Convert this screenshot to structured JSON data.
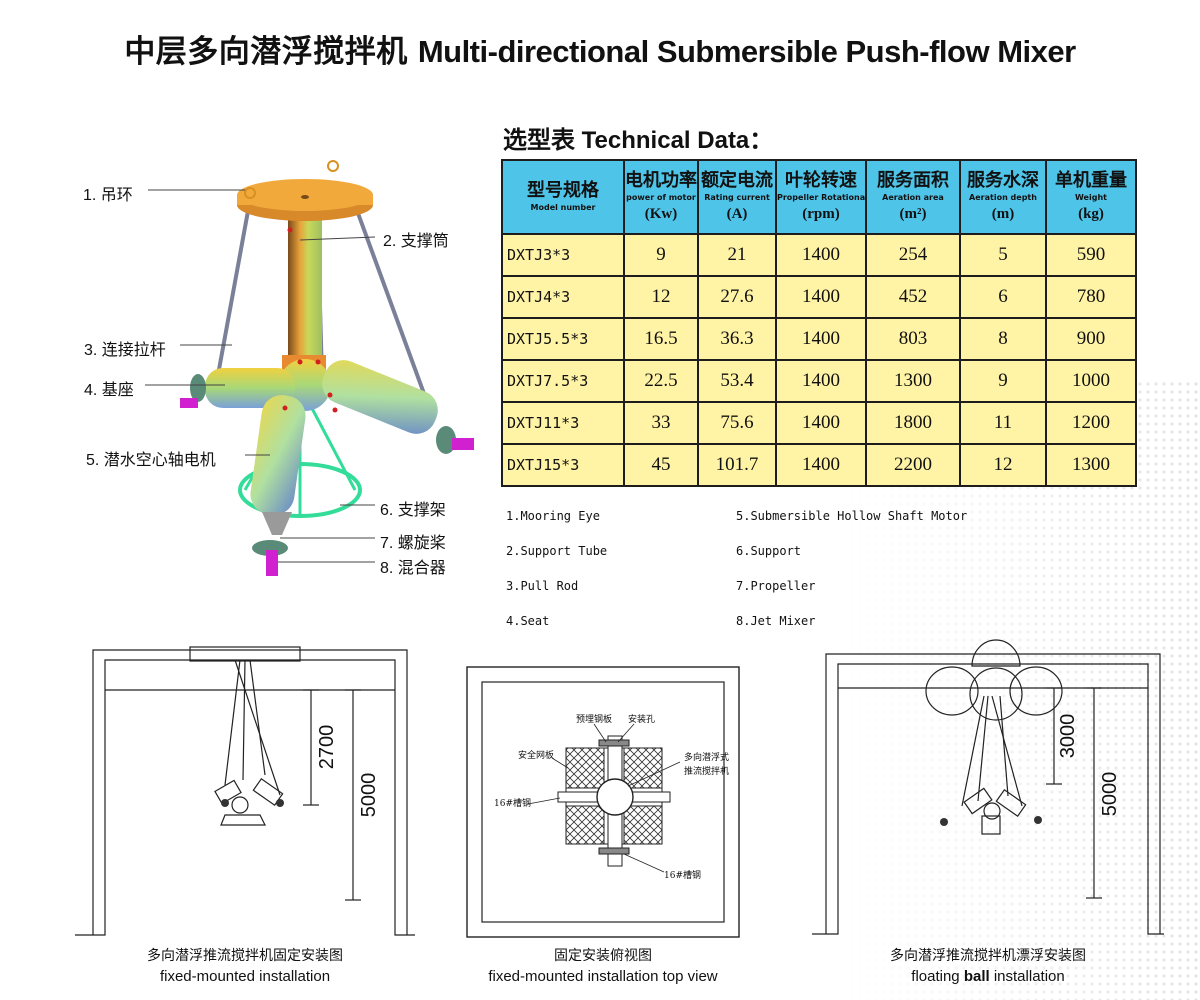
{
  "title": {
    "cn": "中层多向潜浮搅拌机",
    "en": "Multi-directional Submersible Push-flow Mixer"
  },
  "technical_data_title": "选型表 Technical Data：",
  "table": {
    "headers": [
      {
        "cn": "型号规格",
        "en": "Model number",
        "unit": ""
      },
      {
        "cn": "电机功率",
        "en": "power of motor",
        "unit": "(Kw)"
      },
      {
        "cn": "额定电流",
        "en": "Rating current",
        "unit": "(A)"
      },
      {
        "cn": "叶轮转速",
        "en": "Propeller Rotational speed",
        "unit": "(rpm)"
      },
      {
        "cn": "服务面积",
        "en": "Aeration area",
        "unit": "(m²)"
      },
      {
        "cn": "服务水深",
        "en": "Aeration depth",
        "unit": "(m)"
      },
      {
        "cn": "单机重量",
        "en": "Weight",
        "unit": "(kg)"
      }
    ],
    "rows": [
      [
        "DXTJ3*3",
        "9",
        "21",
        "1400",
        "254",
        "5",
        "590"
      ],
      [
        "DXTJ4*3",
        "12",
        "27.6",
        "1400",
        "452",
        "6",
        "780"
      ],
      [
        "DXTJ5.5*3",
        "16.5",
        "36.3",
        "1400",
        "803",
        "8",
        "900"
      ],
      [
        "DXTJ7.5*3",
        "22.5",
        "53.4",
        "1400",
        "1300",
        "9",
        "1000"
      ],
      [
        "DXTJ11*3",
        "33",
        "75.6",
        "1400",
        "1800",
        "11",
        "1200"
      ],
      [
        "DXTJ15*3",
        "45",
        "101.7",
        "1400",
        "2200",
        "12",
        "1300"
      ]
    ]
  },
  "legend_en": [
    "1.Mooring Eye",
    "2.Support Tube",
    "3.Pull Rod",
    "4.Seat",
    "5.Submersible Hollow Shaft Motor",
    "6.Support",
    "7.Propeller",
    "8.Jet Mixer"
  ],
  "callouts_cn": [
    "1. 吊环",
    "2. 支撑筒",
    "3. 连接拉杆",
    "4. 基座",
    "5. 潜水空心轴电机",
    "6. 支撑架",
    "7. 螺旋桨",
    "8. 混合器"
  ],
  "drawings": {
    "fixed": {
      "dim_a": "2700",
      "dim_b": "5000",
      "caption_cn": "多向潜浮推流搅拌机固定安装图",
      "caption_en": "fixed-mounted installation"
    },
    "top_view": {
      "labels": [
        "预埋钢板",
        "安装孔",
        "安全网板",
        "多向潜浮式",
        "推流搅拌机",
        "16#槽钢",
        "16#槽钢"
      ],
      "caption_cn": "固定安装俯视图",
      "caption_en": "fixed-mounted installation top view"
    },
    "floating": {
      "dim_a": "3000",
      "dim_b": "5000",
      "caption_cn": "多向潜浮推流搅拌机漂浮安装图",
      "caption_en_pre": "floating ",
      "caption_en_bold": "ball",
      "caption_en_post": " installation"
    }
  },
  "colors": {
    "header_bg": "#4fc4e9",
    "cell_bg": "#fff3a5",
    "platform": "#f2a93b",
    "green_frame": "#33dd99",
    "magenta": "#d020d0"
  }
}
